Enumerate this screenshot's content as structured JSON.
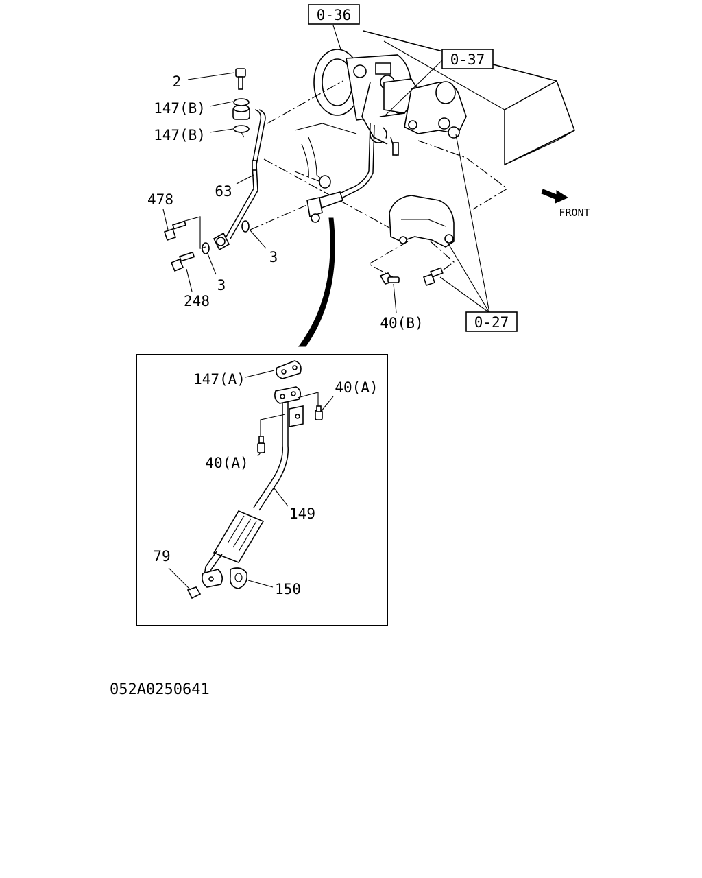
{
  "refs": {
    "r036": "0-36",
    "r037": "0-37",
    "r027": "0-27"
  },
  "labels": {
    "p2": "2",
    "p147b_1": "147(B)",
    "p147b_2": "147(B)",
    "p63": "63",
    "p478": "478",
    "p3_1": "3",
    "p3_2": "3",
    "p248": "248",
    "p40b": "40(B)",
    "p147a": "147(A)",
    "p40a_1": "40(A)",
    "p40a_2": "40(A)",
    "p149": "149",
    "p79": "79",
    "p150": "150"
  },
  "front_label": "FRONT",
  "diagram_code": "052A0250641",
  "icons": {
    "front_arrow": "front-arrow-icon"
  }
}
